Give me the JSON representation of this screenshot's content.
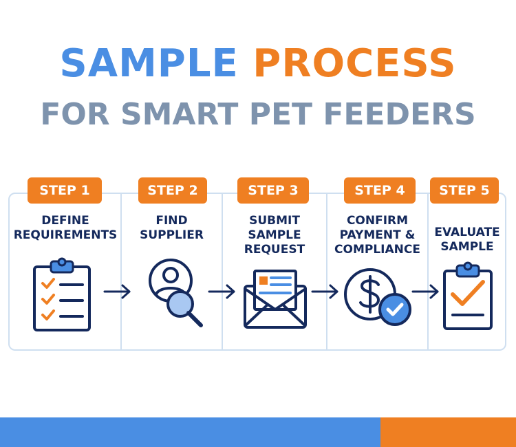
{
  "header": {
    "title_word1": "SAMPLE",
    "title_word2": "PROCESS",
    "subtitle": "FOR SMART PET FEEDERS"
  },
  "steps": [
    {
      "badge": "STEP 1",
      "lines": [
        "DEFINE",
        "REQUIREMENTS"
      ],
      "icon": "clipboard-checklist-icon"
    },
    {
      "badge": "STEP 2",
      "lines": [
        "FIND",
        "SUPPLIER"
      ],
      "icon": "user-search-icon"
    },
    {
      "badge": "STEP 3",
      "lines": [
        "SUBMIT",
        "SAMPLE",
        "REQUEST"
      ],
      "icon": "envelope-letter-icon"
    },
    {
      "badge": "STEP 4",
      "lines": [
        "CONFIRM",
        "PAYMENT &",
        "COMPLIANCE"
      ],
      "icon": "dollar-check-icon"
    },
    {
      "badge": "STEP 5",
      "lines": [
        "EVALUATE",
        "SAMPLE"
      ],
      "icon": "clipboard-check-icon"
    }
  ],
  "colors": {
    "blue": "#4a8ee3",
    "orange": "#ef7f22",
    "navy": "#14295c",
    "slate": "#7e93ad"
  }
}
